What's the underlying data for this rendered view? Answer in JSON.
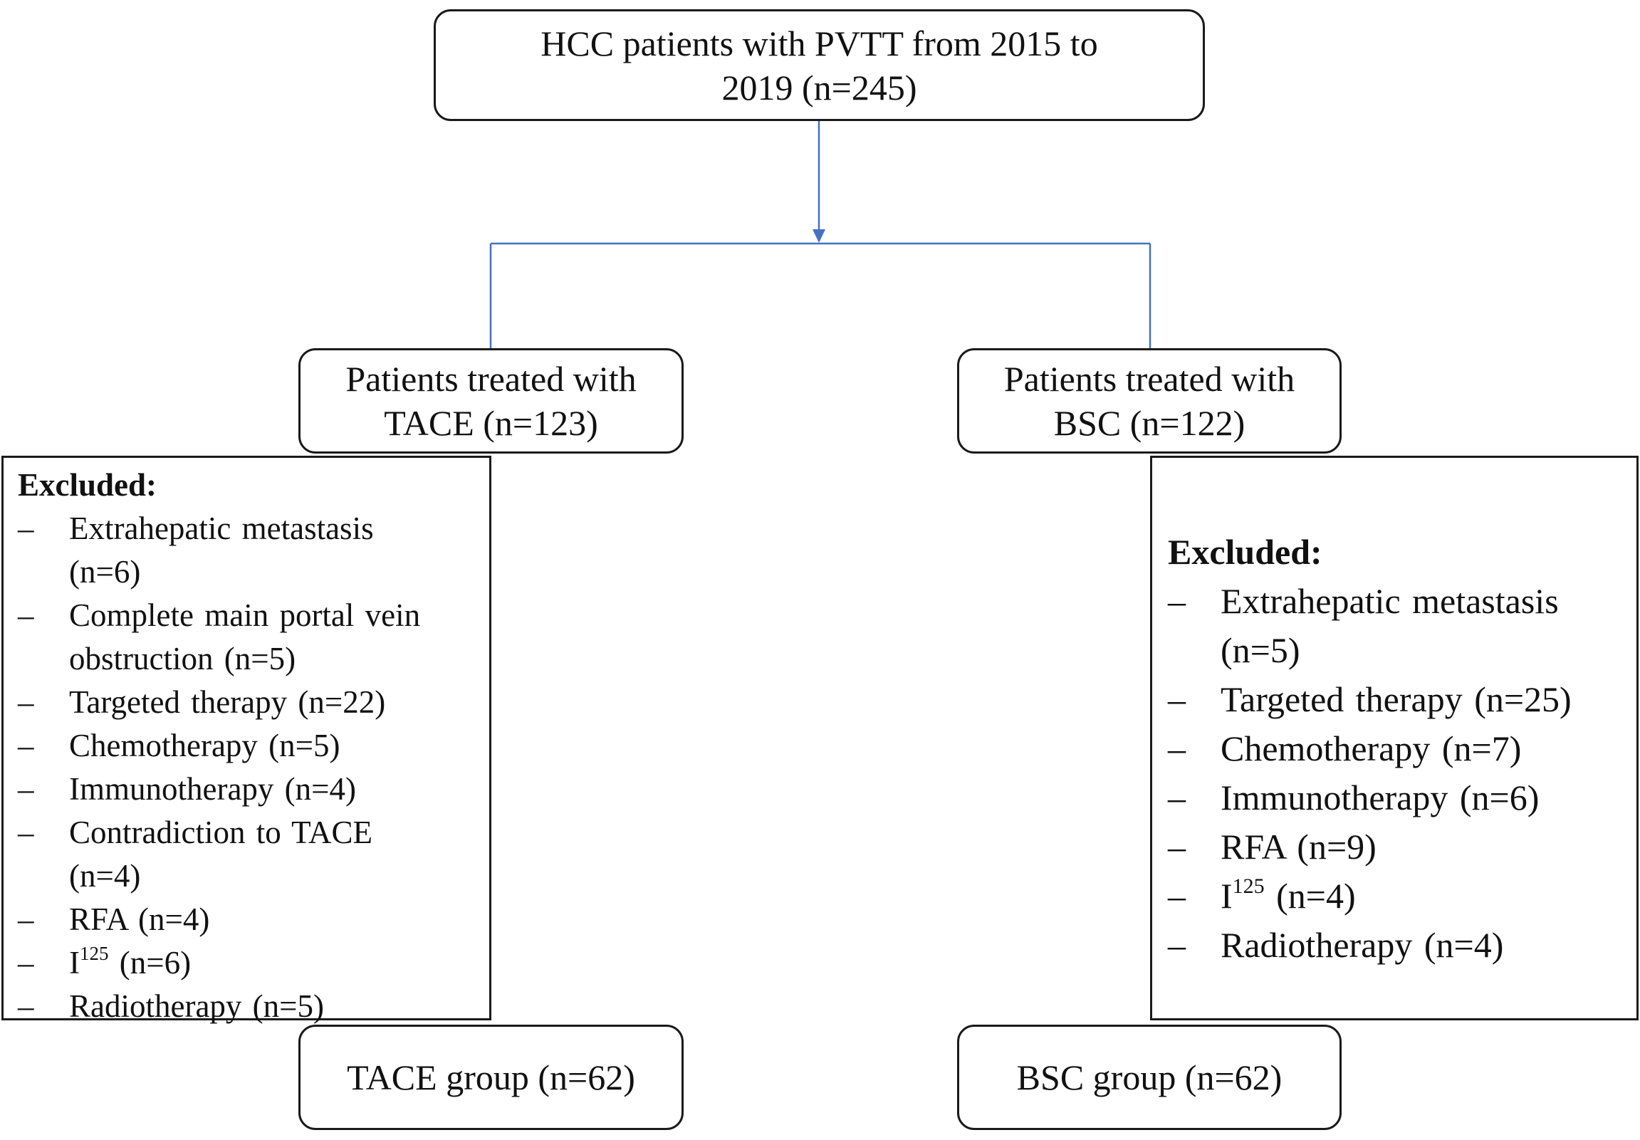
{
  "boxes": {
    "top": {
      "line1": "HCC patients with PVTT from 2015 to",
      "line2": "2019 (n=245)"
    },
    "tace_treated": {
      "line1": "Patients treated with",
      "line2": "TACE (n=123)"
    },
    "bsc_treated": {
      "line1": "Patients treated with",
      "line2": "BSC (n=122)"
    },
    "tace_group": "TACE group (n=62)",
    "bsc_group": "BSC group (n=62)"
  },
  "excluded_left": {
    "title": "Excluded:",
    "dash": "–",
    "items": [
      {
        "lines": [
          "Extrahepatic metastasis",
          "(n=6)"
        ]
      },
      {
        "lines": [
          "Complete main portal vein",
          "obstruction (n=5)"
        ]
      },
      {
        "lines": [
          "Targeted therapy (n=22)"
        ]
      },
      {
        "lines": [
          "Chemotherapy (n=5)"
        ]
      },
      {
        "lines": [
          "Immunotherapy (n=4)"
        ]
      },
      {
        "lines": [
          "Contradiction to TACE",
          "(n=4)"
        ]
      },
      {
        "lines": [
          "RFA (n=4)"
        ]
      },
      {
        "base": "I",
        "sup": "125",
        "rest": " (n=6)"
      },
      {
        "lines": [
          "Radiotherapy (n=5)"
        ]
      }
    ]
  },
  "excluded_right": {
    "title": "Excluded:",
    "dash": "–",
    "items": [
      {
        "lines": [
          "Extrahepatic metastasis",
          "(n=5)"
        ]
      },
      {
        "lines": [
          "Targeted therapy (n=25)"
        ]
      },
      {
        "lines": [
          "Chemotherapy (n=7)"
        ]
      },
      {
        "lines": [
          "Immunotherapy (n=6)"
        ]
      },
      {
        "lines": [
          "RFA (n=9)"
        ]
      },
      {
        "base": "I",
        "sup": "125",
        "rest": " (n=4)"
      },
      {
        "lines": [
          "Radiotherapy (n=4)"
        ]
      }
    ]
  },
  "colors": {
    "connector": "#4472c4",
    "border": "#1a1a1a"
  }
}
